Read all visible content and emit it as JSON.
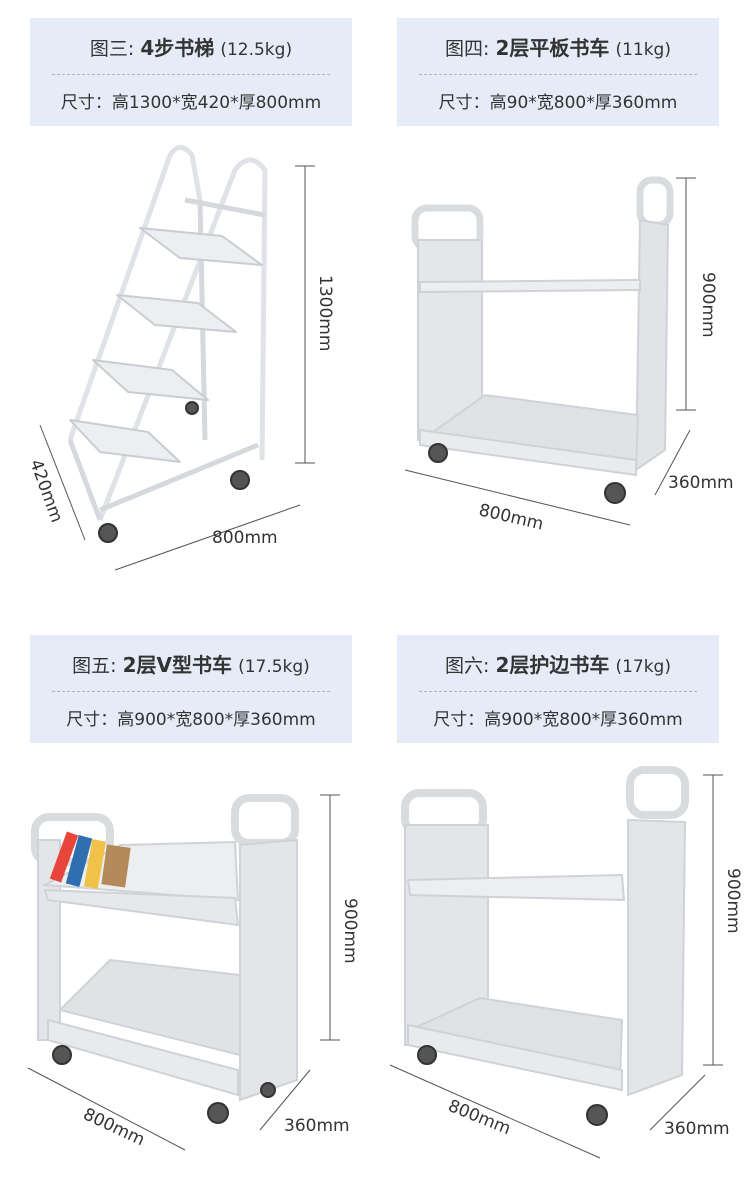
{
  "panels": [
    {
      "fig": "图三:",
      "name": "4步书梯",
      "weight": "(12.5kg)",
      "spec": "尺寸：高1300*宽420*厚800mm"
    },
    {
      "fig": "图四:",
      "name": "2层平板书车",
      "weight": "(11kg)",
      "spec": "尺寸：高90*宽800*厚360mm"
    },
    {
      "fig": "图五:",
      "name": "2层V型书车",
      "weight": "(17.5kg)",
      "spec": "尺寸：高900*宽800*厚360mm"
    },
    {
      "fig": "图六:",
      "name": "2层护边书车",
      "weight": "(17kg)",
      "spec": "尺寸：高900*宽800*厚360mm"
    }
  ],
  "dims": {
    "ladder": {
      "height": "1300mm",
      "width": "420mm",
      "depth": "800mm"
    },
    "flat": {
      "height": "900mm",
      "depth": "360mm",
      "width": "800mm"
    },
    "vtype": {
      "height": "900mm",
      "depth": "360mm",
      "width": "800mm"
    },
    "edge": {
      "height": "900mm",
      "depth": "360mm",
      "width": "800mm"
    }
  }
}
